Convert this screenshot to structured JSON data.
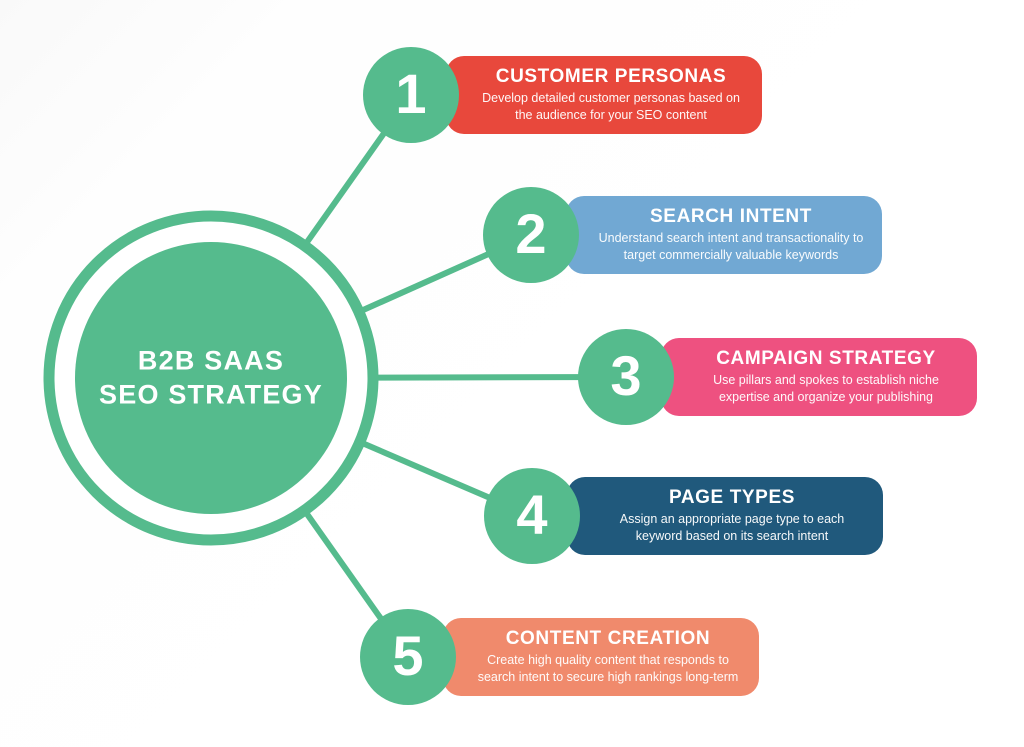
{
  "hub": {
    "line1": "B2B SAAS",
    "line2": "SEO STRATEGY"
  },
  "steps": [
    {
      "number": "1",
      "title": "CUSTOMER PERSONAS",
      "description": "Develop detailed customer personas based on the audience for your SEO content",
      "color": "#e8483c"
    },
    {
      "number": "2",
      "title": "SEARCH INTENT",
      "description": "Understand search intent and transactionality to target commercially valuable keywords",
      "color": "#71a8d3"
    },
    {
      "number": "3",
      "title": "CAMPAIGN STRATEGY",
      "description": "Use pillars and spokes to establish niche expertise and organize your publishing",
      "color": "#ee5180"
    },
    {
      "number": "4",
      "title": "PAGE TYPES",
      "description": "Assign an appropriate page type to each keyword based on its search intent",
      "color": "#20597c"
    },
    {
      "number": "5",
      "title": "CONTENT CREATION",
      "description": "Create high quality content that responds to search intent to secure high rankings long-term",
      "color": "#f08a6c"
    }
  ],
  "colors": {
    "green": "#55bb8d",
    "background": "#fdfdfd",
    "text_on_color": "#ffffff"
  }
}
